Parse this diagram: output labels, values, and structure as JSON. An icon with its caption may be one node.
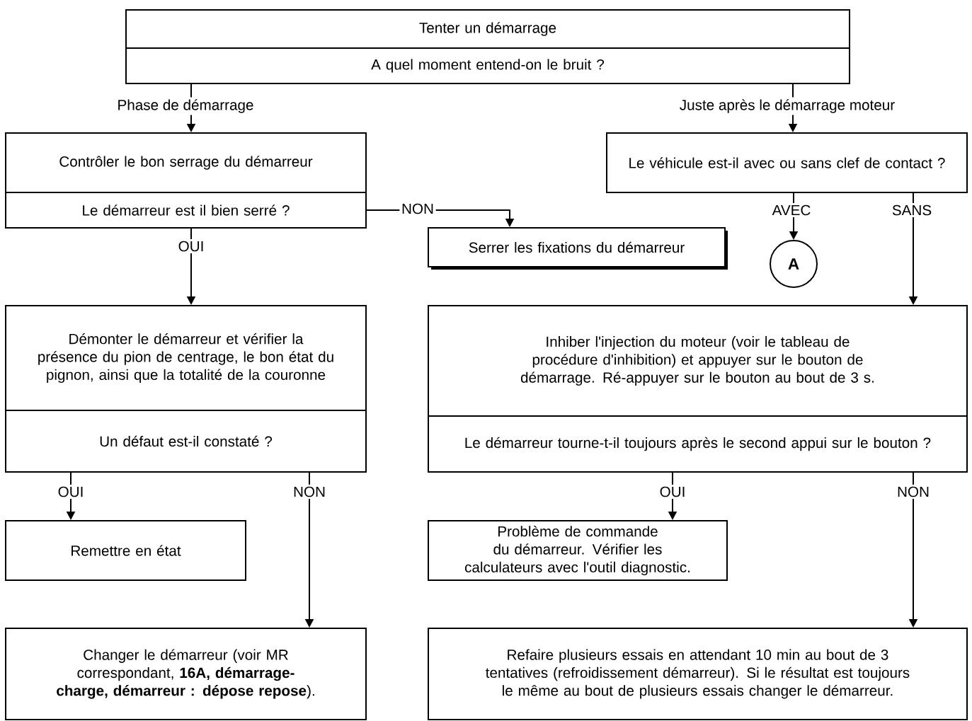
{
  "diagram": {
    "nodes": [
      {
        "text": [
          "Tenter un démarrage",
          "A quel moment entend-on le bruit ?"
        ]
      },
      {
        "text": [
          "Contrôler le bon serrage du démarreur",
          "Le démarreur est il bien serré ?"
        ]
      },
      {
        "text": [
          "Le véhicule est-il avec ou sans clef de contact ?"
        ]
      },
      {
        "text": [
          "Serrer les fixations du démarreur"
        ]
      },
      {
        "text": [
          "A"
        ]
      },
      {
        "text": [
          "Démonter le démarreur et vérifier la présence du pion de centrage, le bon état du pignon, ainsi que la totalité de la couronne",
          "Un défaut est-il constaté ?"
        ]
      },
      {
        "text": [
          "Inhiber l'injection du moteur (voir le tableau de procédure d'inhibition) et appuyer sur le bouton de démarrage. Ré-appuyer sur le bouton au bout de 3 s.",
          "Le démarreur tourne-t-il toujours après le second appui sur le bouton ?"
        ]
      },
      {
        "text": [
          "Remettre en état"
        ]
      },
      {
        "text": [
          "Problème de commande du démarreur. Vérifier les calculateurs avec l'outil diagnostic."
        ]
      },
      {
        "text": [
          "Changer le démarreur (voir MR correspondant, **16A, démarrage-charge, démarreur : dépose repose**)."
        ]
      },
      {
        "text": [
          "Refaire plusieurs essais en attendant 10 min au bout de 3 tentatives (refroidissement démarreur). Si le résultat est toujours le même au bout de plusieurs essais changer le démarreur."
        ]
      }
    ],
    "edges": [
      {
        "from": 0,
        "to": 1,
        "arrow": "to",
        "label": "Phase de démarrage"
      },
      {
        "from": 0,
        "to": 2,
        "arrow": "to",
        "label": "Juste après le démarrage moteur"
      },
      {
        "from": 1,
        "to": 3,
        "arrow": "to",
        "label": "NON"
      },
      {
        "from": 1,
        "to": 5,
        "arrow": "to",
        "label": "OUI"
      },
      {
        "from": 2,
        "to": 4,
        "arrow": "to",
        "label": "AVEC"
      },
      {
        "from": 2,
        "to": 6,
        "arrow": "to",
        "label": "SANS"
      },
      {
        "from": 5,
        "to": 7,
        "arrow": "to",
        "label": "OUI"
      },
      {
        "from": 5,
        "to": 9,
        "arrow": "to",
        "label": "NON"
      },
      {
        "from": 6,
        "to": 8,
        "arrow": "to",
        "label": "OUI"
      },
      {
        "from": 6,
        "to": 10,
        "arrow": "to",
        "label": "NON"
      }
    ]
  }
}
